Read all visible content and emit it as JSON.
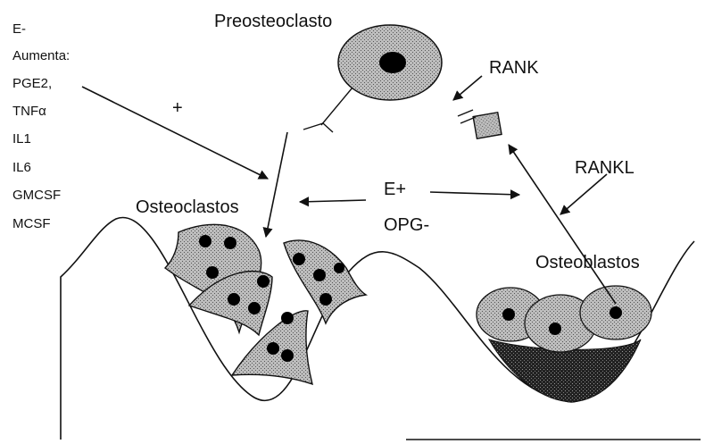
{
  "left_list": {
    "items": [
      "E-",
      "Aumenta:",
      "PGE2,",
      "TNFα",
      "IL1",
      "IL6",
      "GMCSF",
      "MCSF"
    ]
  },
  "labels": {
    "plus": "+",
    "preosteoclasto": "Preosteoclasto",
    "rank": "RANK",
    "rankl": "RANKL",
    "e_plus": "E+",
    "opg_minus": "OPG-",
    "osteoclastos": "Osteoclastos",
    "osteoblastos": "Osteoblastos"
  }
}
